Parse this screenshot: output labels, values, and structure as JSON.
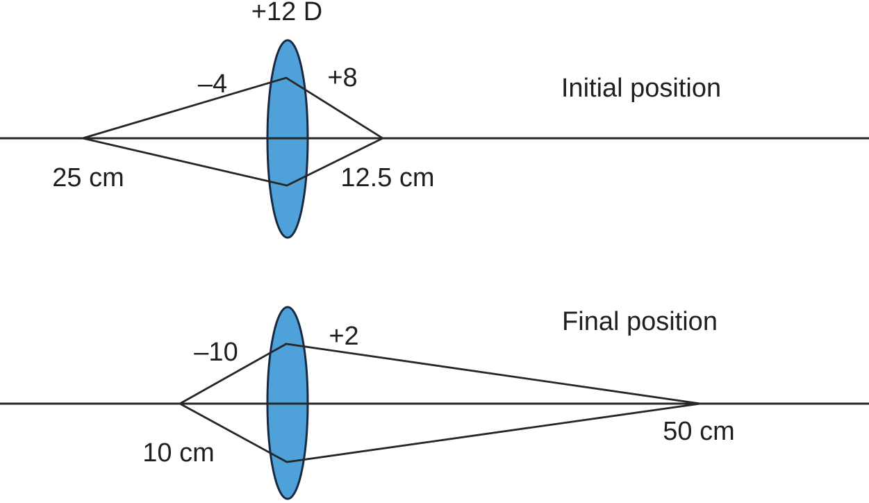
{
  "figure": {
    "background_color": "#ffffff",
    "line_color": "#262626",
    "lens_fill_color": "#4fa2d9",
    "lens_stroke_color": "#1a2940",
    "text_color": "#1f1f1f",
    "diagrams": [
      {
        "id": "initial",
        "caption": "Initial position",
        "lens_power_label": "+12 D",
        "object_vergence_label": "–4",
        "image_vergence_label": "+8",
        "object_distance_label": "25 cm",
        "image_distance_label": "12.5 cm"
      },
      {
        "id": "final",
        "caption": "Final position",
        "object_vergence_label": "–10",
        "image_vergence_label": "+2",
        "object_distance_label": "10 cm",
        "image_distance_label": "50 cm"
      }
    ]
  }
}
